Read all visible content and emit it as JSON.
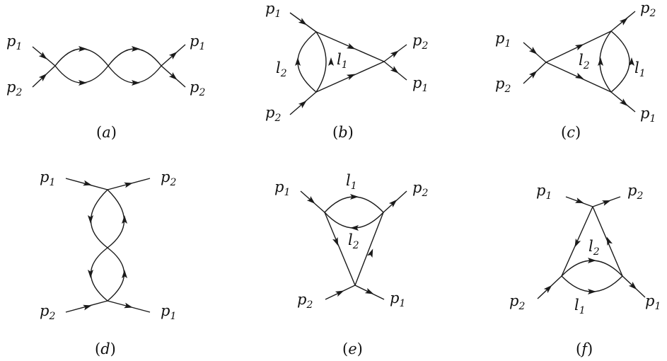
{
  "momenta": {
    "p1": {
      "base": "p",
      "sub": "1"
    },
    "p2": {
      "base": "p",
      "sub": "2"
    },
    "l1": {
      "base": "l",
      "sub": "1"
    },
    "l2": {
      "base": "l",
      "sub": "2"
    }
  },
  "diagrams": [
    {
      "id": "a",
      "caption": {
        "open": "(",
        "letter": "a",
        "close": ")"
      }
    },
    {
      "id": "b",
      "caption": {
        "open": "(",
        "letter": "b",
        "close": ")"
      }
    },
    {
      "id": "c",
      "caption": {
        "open": "(",
        "letter": "c",
        "close": ")"
      }
    },
    {
      "id": "d",
      "caption": {
        "open": "(",
        "letter": "d",
        "close": ")"
      }
    },
    {
      "id": "e",
      "caption": {
        "open": "(",
        "letter": "e",
        "close": ")"
      }
    },
    {
      "id": "f",
      "caption": {
        "open": "(",
        "letter": "f",
        "close": ")"
      }
    }
  ]
}
